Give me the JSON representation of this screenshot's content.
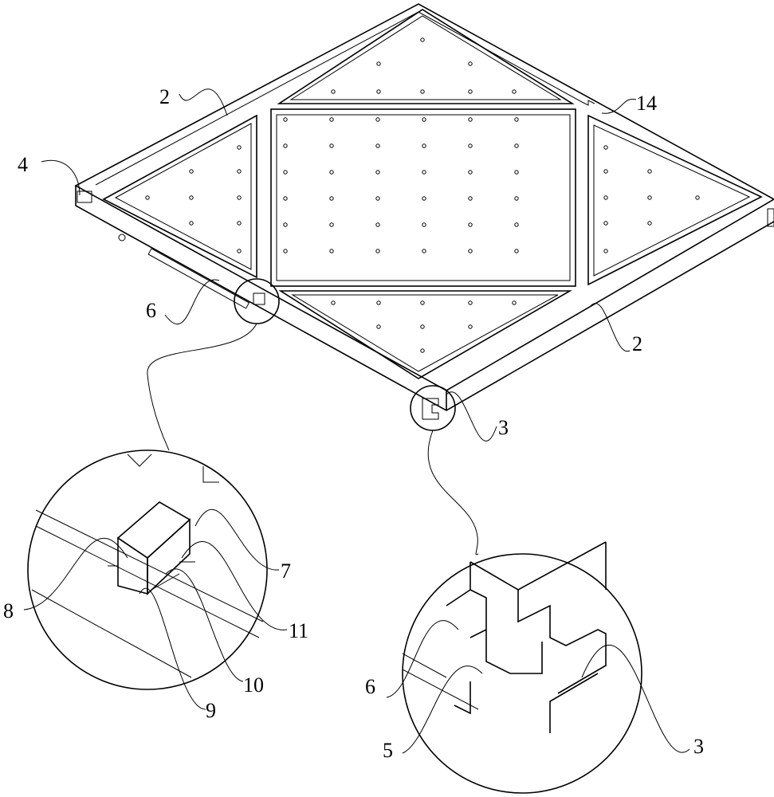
{
  "figure": {
    "labels": {
      "plate_top_left": "2",
      "notch": "14",
      "end_slot": "4",
      "side_groove": "6",
      "plate_bottom_right": "2",
      "corner_joint": "3",
      "detail_a_7": "7",
      "detail_a_8": "8",
      "detail_a_11": "11",
      "detail_a_10": "10",
      "detail_a_9": "9",
      "detail_b_6": "6",
      "detail_b_5": "5",
      "detail_b_3": "3"
    }
  }
}
